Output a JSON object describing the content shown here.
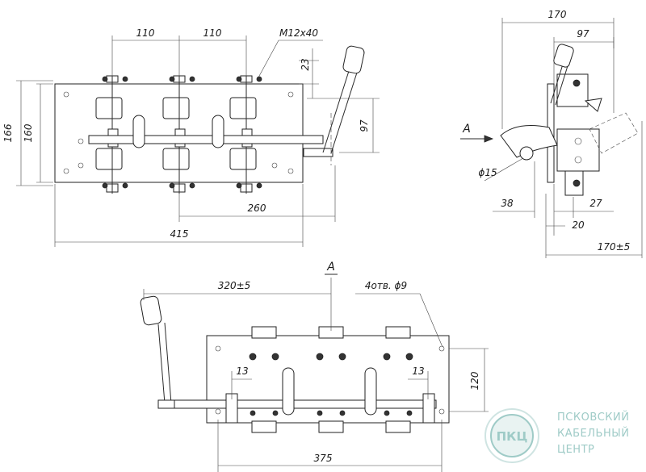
{
  "dimensions": {
    "top_width_left": "110",
    "top_width_right": "110",
    "bolt": "M12x40",
    "offset_23": "23",
    "height_166": "166",
    "height_160": "160",
    "height_97_front": "97",
    "width_260": "260",
    "width_415": "415",
    "side_170": "170",
    "side_97": "97",
    "diameter_15": "ϕ15",
    "side_38": "38",
    "side_27": "27",
    "side_20": "20",
    "side_170_tol": "170±5",
    "bottom_320": "320±5",
    "holes": "4отв. ϕ9",
    "bottom_13_left": "13",
    "bottom_13_right": "13",
    "bottom_120": "120",
    "bottom_375": "375"
  },
  "view_labels": {
    "arrow_a": "A",
    "section_a": "A"
  },
  "logo": {
    "line1": "ПСКОВСКИЙ",
    "line2": "КАБЕЛЬНЫЙ",
    "line3": "ЦЕНТР",
    "mark": "ПКЦ",
    "color": "#9fcbc7"
  }
}
